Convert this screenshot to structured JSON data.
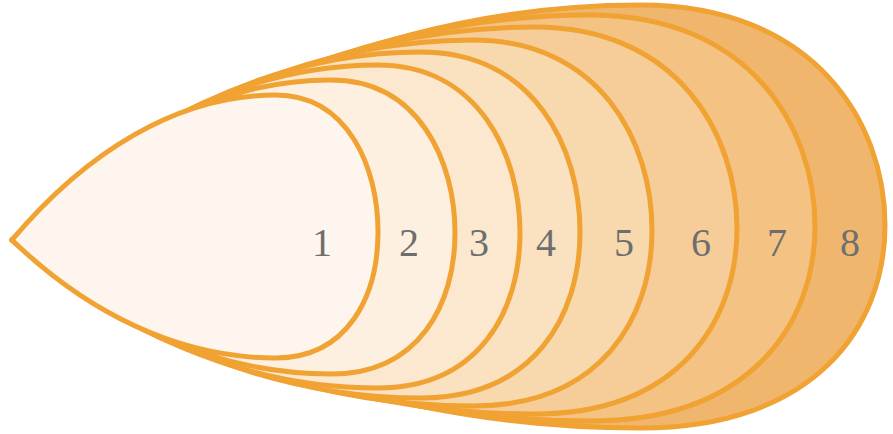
{
  "diagram": {
    "nodes": [
      {
        "text": [
          "8"
        ]
      },
      {
        "text": [
          "7"
        ],
        "in": 0
      },
      {
        "text": [
          "6"
        ],
        "in": 1
      },
      {
        "text": [
          "5"
        ],
        "in": 2
      },
      {
        "text": [
          "4"
        ],
        "in": 3
      },
      {
        "text": [
          "3"
        ],
        "in": 4
      },
      {
        "text": [
          "2"
        ],
        "in": 5
      },
      {
        "text": [
          "1"
        ],
        "in": 6
      }
    ]
  }
}
